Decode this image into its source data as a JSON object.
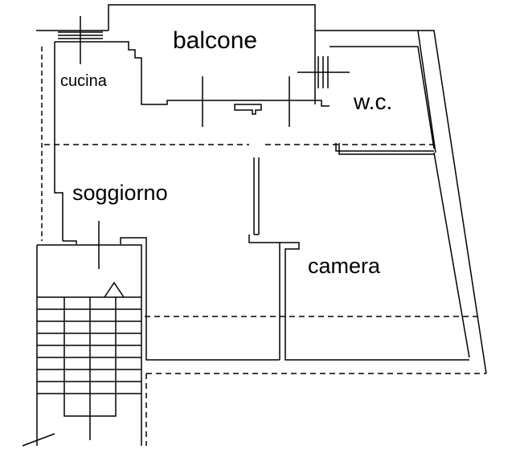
{
  "rooms": {
    "balcone": "balcone",
    "cucina": "cucina",
    "wc": "w.c.",
    "soggiorno": "soggiorno",
    "camera": "camera"
  },
  "colors": {
    "background": "#ffffff",
    "line": "#000000"
  }
}
